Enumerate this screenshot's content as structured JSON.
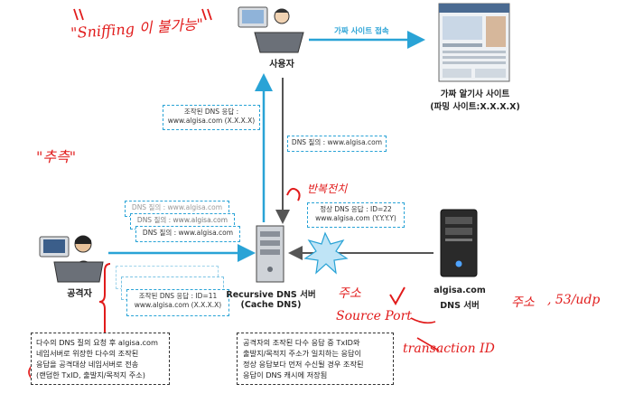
{
  "user": {
    "label": "사용자"
  },
  "attacker": {
    "label": "공격자"
  },
  "fake_site": {
    "title": "가짜 알기사 사이트",
    "subtitle": "(파밍 사이트:X.X.X.X)"
  },
  "arrow_fake_access": "가짜 사이트 접속",
  "forged_reply_top": {
    "line1": "조작된 DNS 응답 :",
    "line2": "www.algisa.com (X.X.X.X)"
  },
  "dns_query_top": "DNS 질의 : www.algisa.com",
  "attacker_queries": [
    "DNS 질의 : www.algisa.com",
    "DNS 질의 : www.algisa.com",
    "DNS 질의 : www.algisa.com"
  ],
  "legit_reply": {
    "line1": "정상 DNS 응답 : ID=22",
    "line2": "www.algisa.com (Y.Y.Y.Y)"
  },
  "attacker_reply": {
    "line1": "조작된 DNS 응답 : ID=11",
    "line2": "www.algisa.com (X.X.X.X)"
  },
  "recursive_server": {
    "line1": "Recursive DNS 서버",
    "line2": "(Cache DNS)"
  },
  "auth_server": {
    "line1": "algisa.com",
    "line2": "DNS 서버"
  },
  "note_left": [
    "다수의 DNS 질의 요청 후 algisa.com",
    "네임서버로 위장한 다수의 조작된",
    "응답을 공격대상 네임서버로 전송",
    "(랜덤한 TxID, 출발지/목적지 주소)"
  ],
  "note_center": [
    "공격자의 조작된 다수 응답 중 TxID와",
    "출발지/목적지 주소가 일치하는 응답이",
    "정상 응답보다 먼저 수신될 경우 조작된",
    "응답이 DNS 캐시에 저장됨"
  ],
  "annotations": {
    "sniffing": "\"Sniffing 이 불가능\"",
    "guess": "\"추측\"",
    "repeat": "반복전치",
    "addr_left": "주소",
    "source_port": "Source Port",
    "transaction_id": "transaction ID",
    "addr_right": "주소",
    "port": ", 53/udp"
  },
  "colors": {
    "arrow_blue": "#29a3d6",
    "annotation_red": "#e11b1b",
    "box_border": "#29a3d6"
  }
}
